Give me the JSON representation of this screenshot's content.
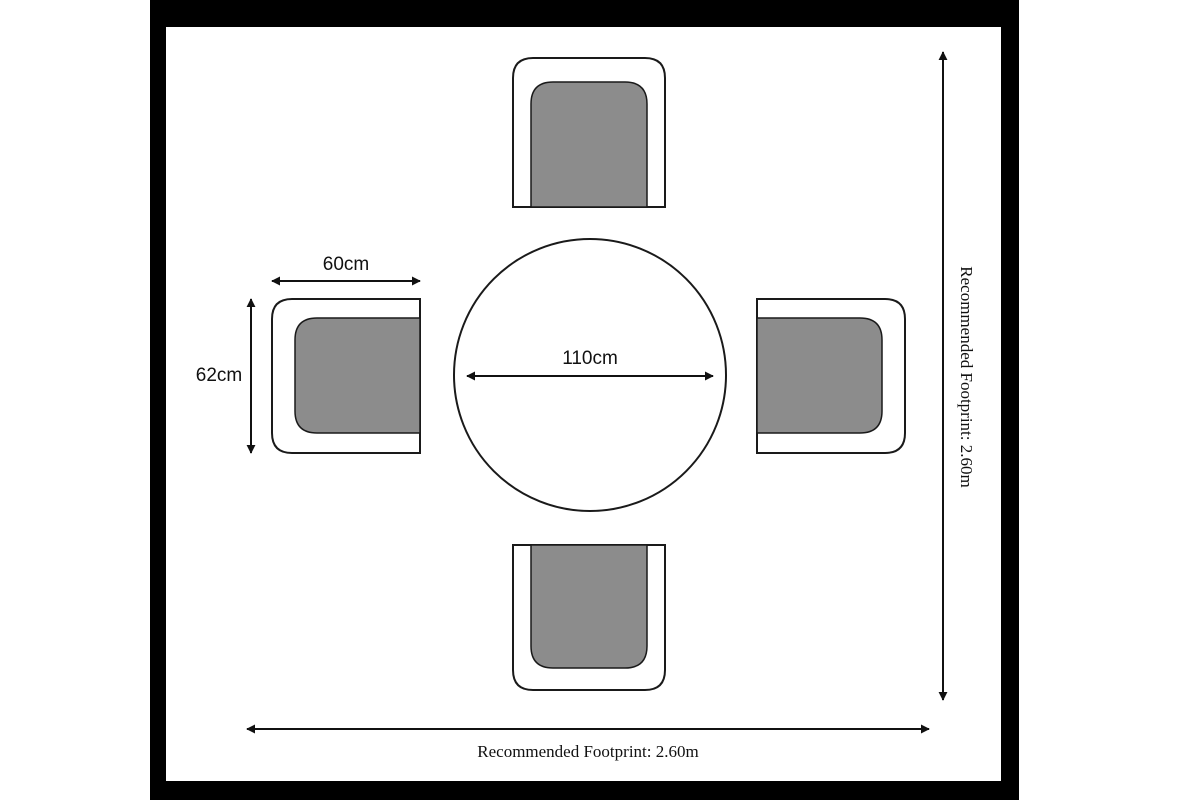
{
  "colors": {
    "page_background": "#ffffff",
    "frame": "#000000",
    "panel": "#ffffff",
    "outline": "#1a1a1a",
    "cushion": "#8c8c8c"
  },
  "table": {
    "diameter_label": "110cm"
  },
  "chair_dimensions": {
    "width_label": "60cm",
    "depth_label": "62cm"
  },
  "footprint": {
    "horizontal_label": "Recommended Footprint: 2.60m",
    "vertical_label": "Recommended Footprint: 2.60m"
  },
  "chairs": [
    {
      "position": "top"
    },
    {
      "position": "left"
    },
    {
      "position": "right"
    },
    {
      "position": "bottom"
    }
  ]
}
